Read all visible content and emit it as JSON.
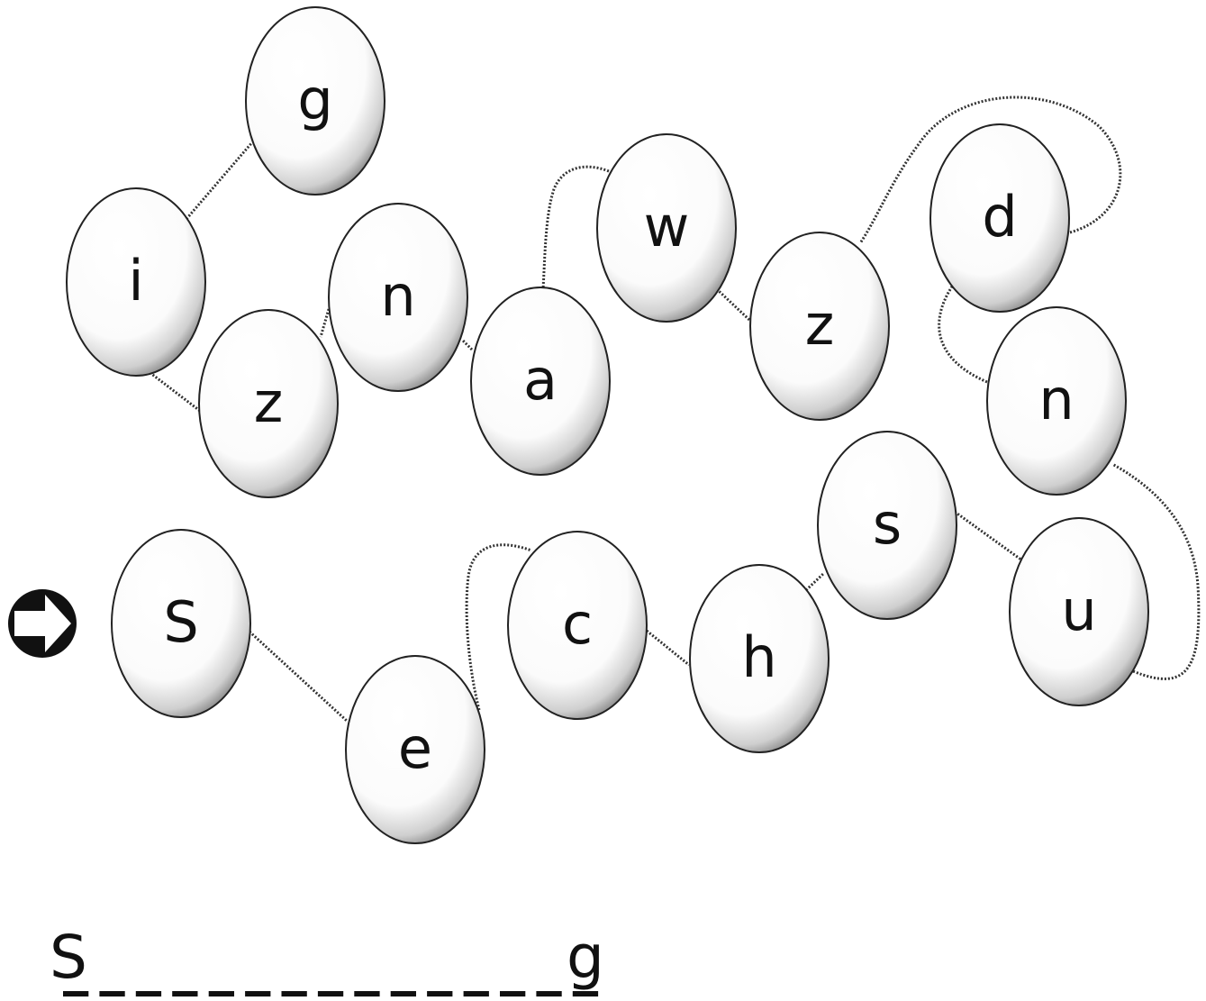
{
  "puzzle": {
    "beads": [
      "S",
      "e",
      "c",
      "h",
      "s",
      "u",
      "n",
      "d",
      "z",
      "w",
      "a",
      "n",
      "z",
      "i",
      "g"
    ],
    "start_marker_icon": "right-arrow-circle-icon",
    "answer": {
      "first_letter": "S",
      "last_letter": "g",
      "total_letters": 15
    }
  },
  "colors": {
    "bead_fill": "#ffffff",
    "bead_shade": "#5a5a5a",
    "outline": "#222222",
    "text": "#111111"
  }
}
